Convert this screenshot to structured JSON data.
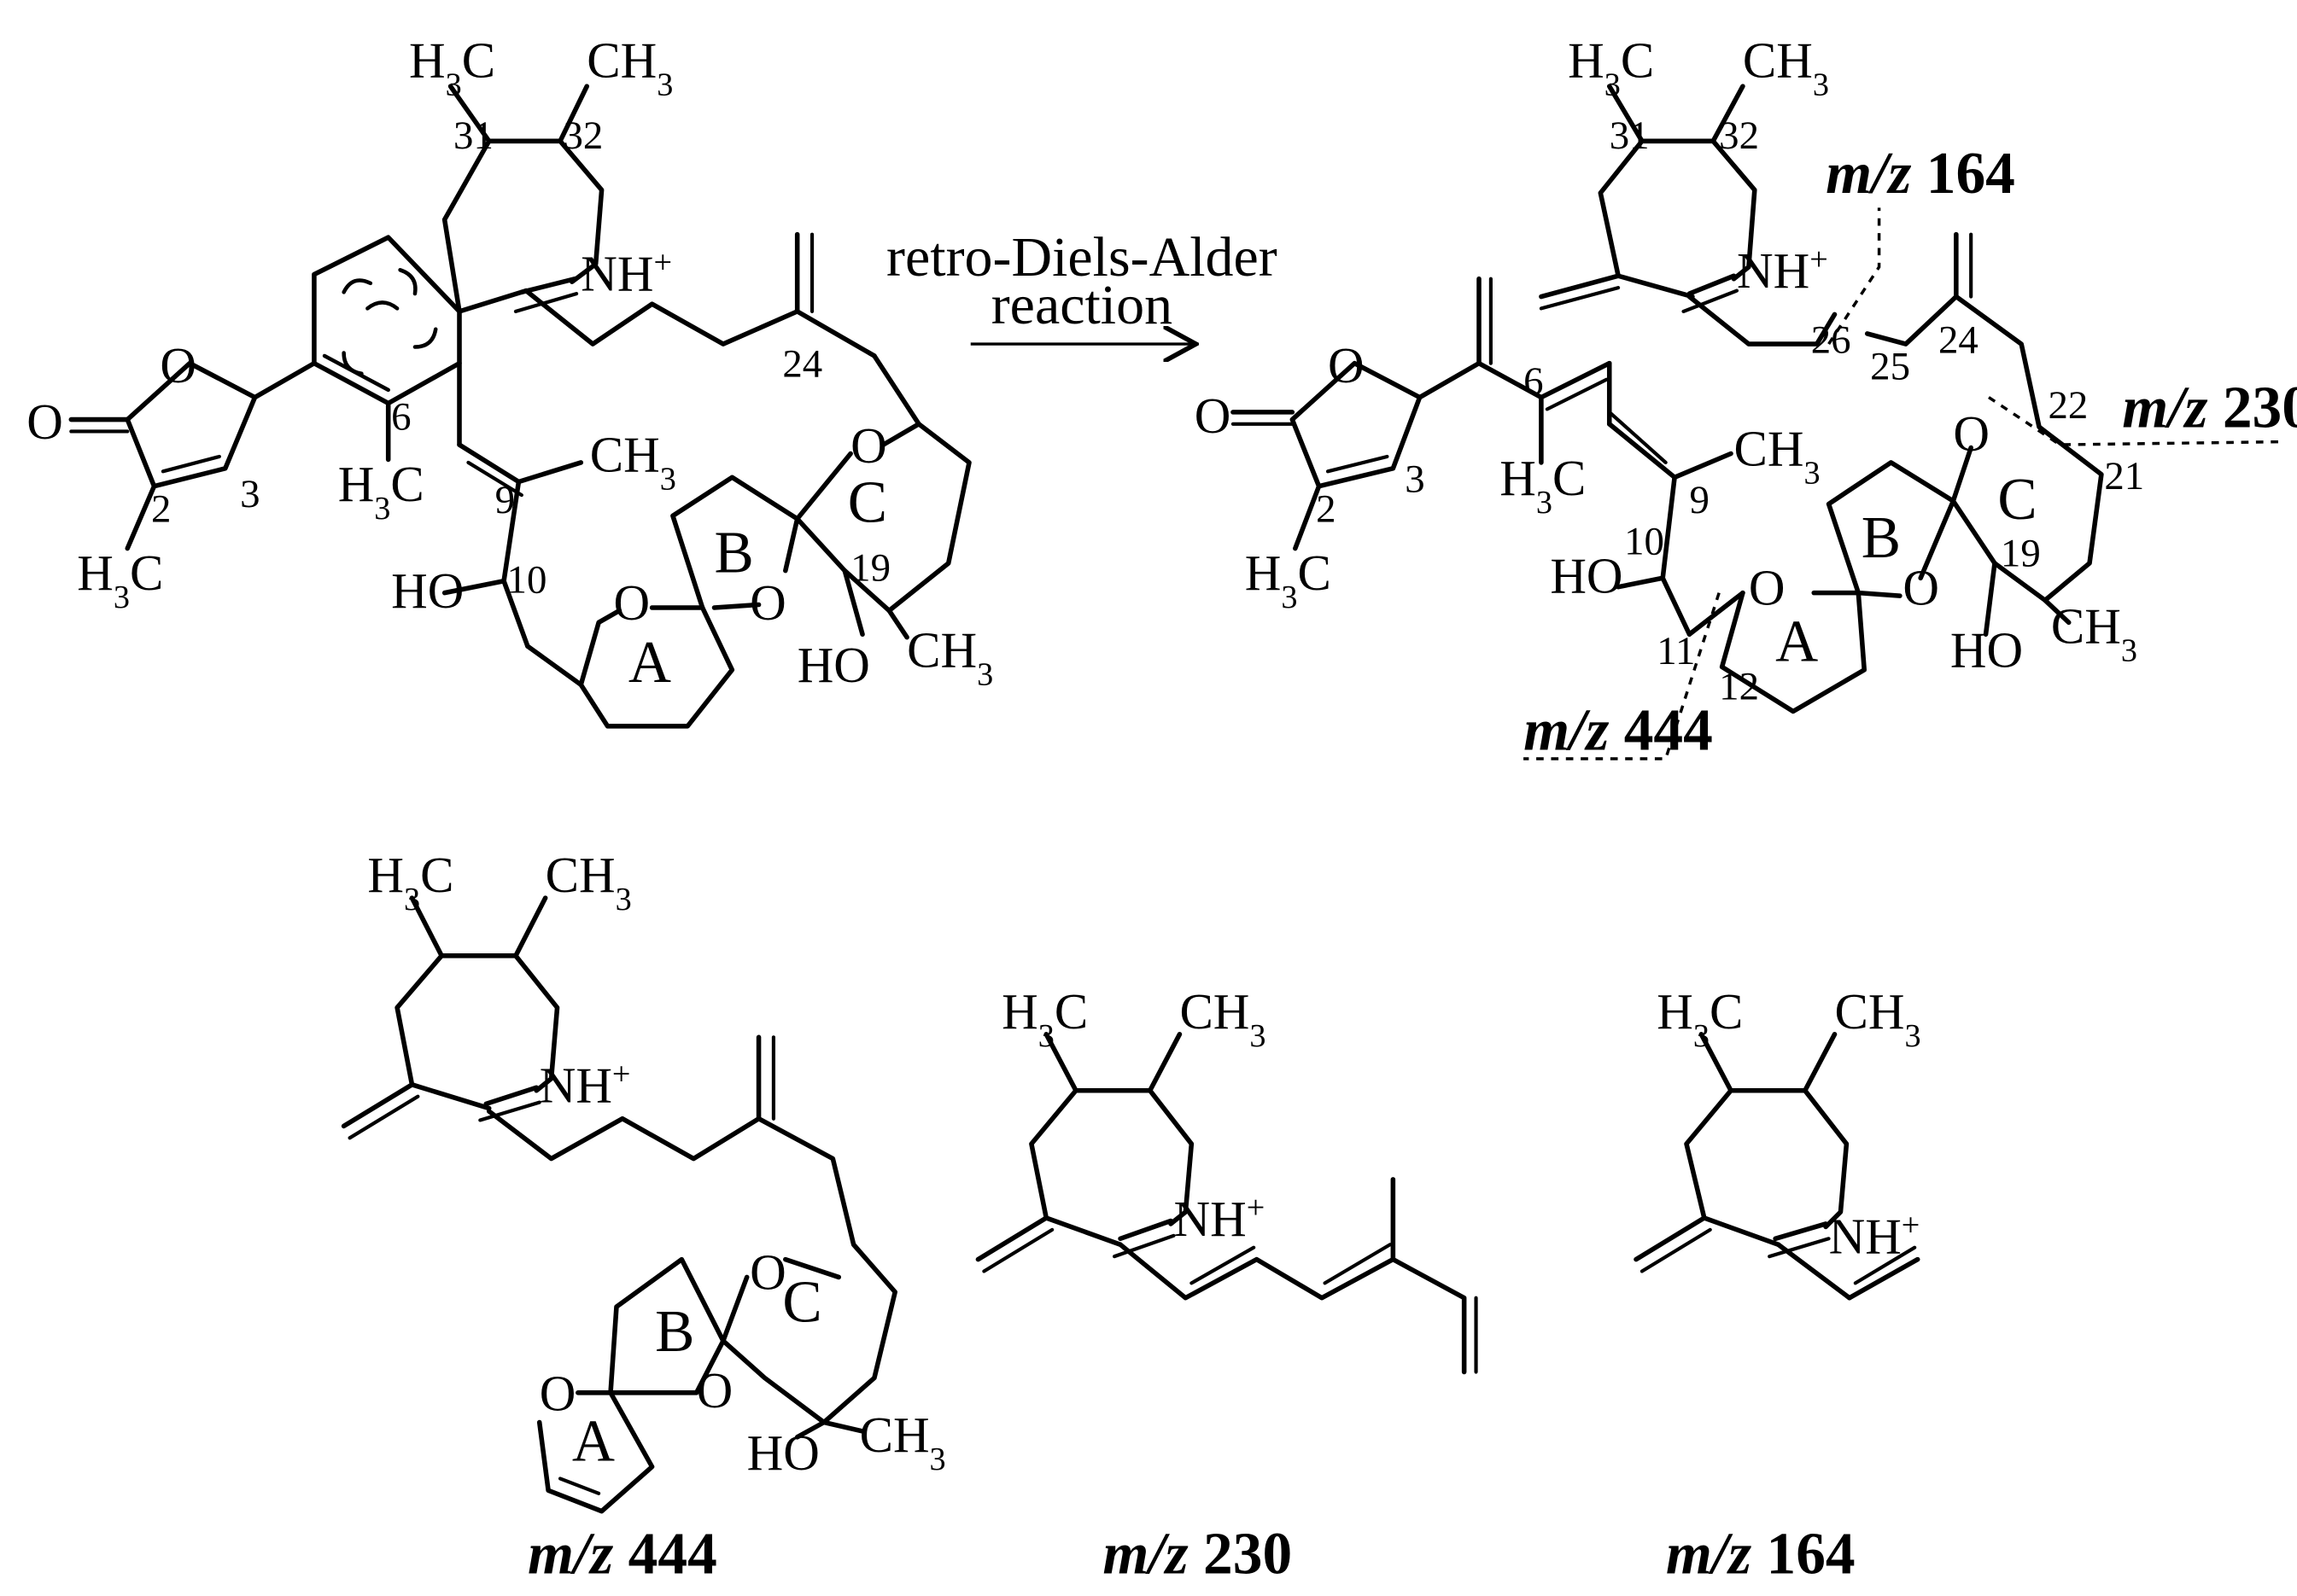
{
  "reaction": {
    "arrow_label_line1": "retro-Diels-Alder",
    "arrow_label_line2": "reaction"
  },
  "atoms": {
    "h3c": "H3C",
    "ch3": "CH3",
    "nh_plus": "NH+",
    "o": "O",
    "ho": "HO"
  },
  "ring_labels": {
    "a": "A",
    "b": "B",
    "c": "C"
  },
  "position_numbers": {
    "n2": "2",
    "n3": "3",
    "n6": "6",
    "n9": "9",
    "n10": "10",
    "n11": "11",
    "n12": "12",
    "n19": "19",
    "n21": "21",
    "n22": "22",
    "n24": "24",
    "n25": "25",
    "n26": "26",
    "n31": "31",
    "n32": "32"
  },
  "fragments": {
    "mz_prefix": "m/z",
    "mz_444": "444",
    "mz_230": "230",
    "mz_164": "164"
  }
}
